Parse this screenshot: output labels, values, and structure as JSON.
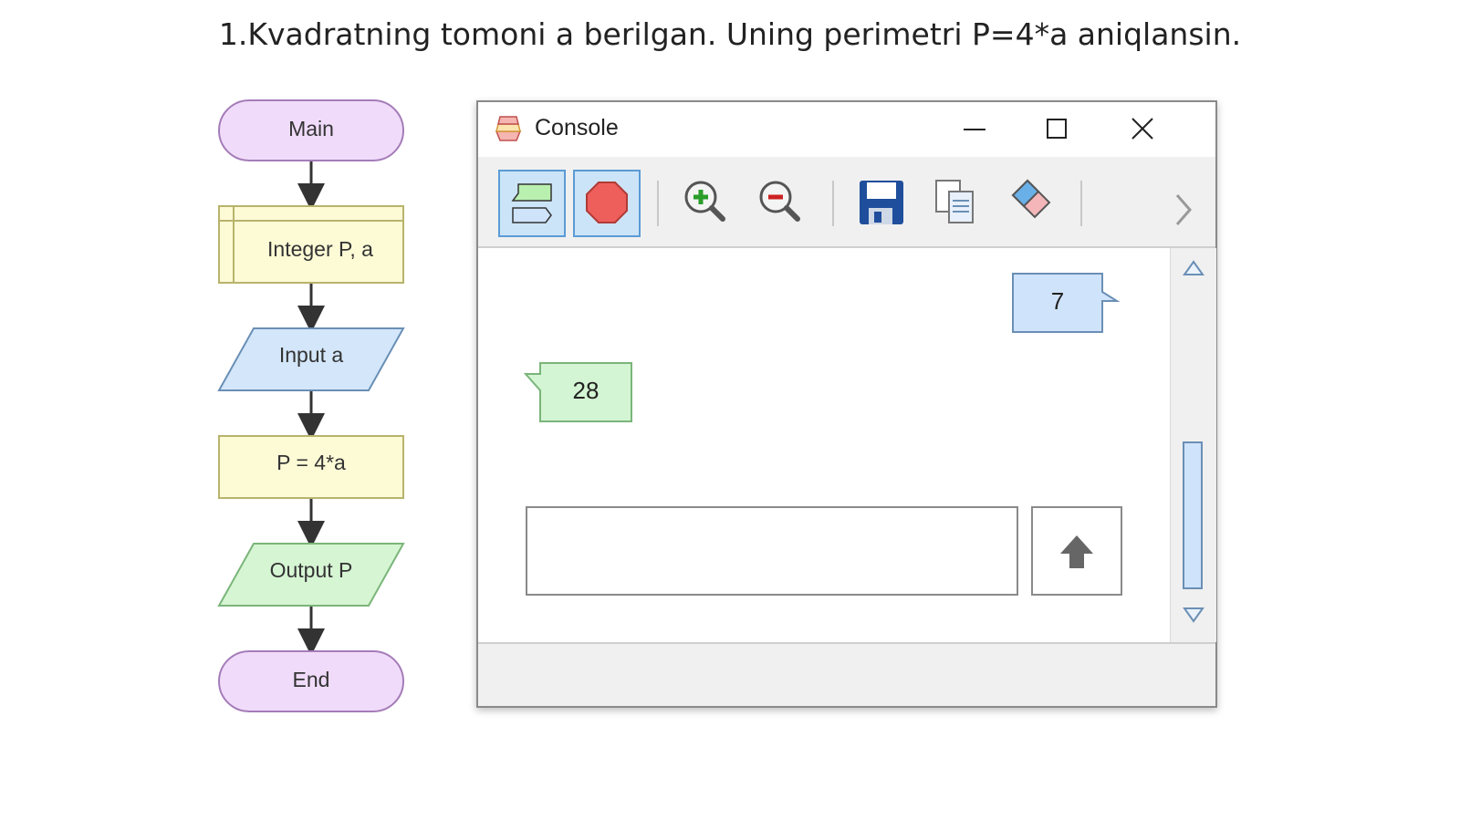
{
  "slide": {
    "title": "1.Kvadratning tomoni a berilgan. Uning perimetri P=4*a aniqlansin."
  },
  "flowchart": {
    "start": "Main",
    "declare": "Integer P, a",
    "input": "Input a",
    "assign": "P = 4*a",
    "output": "Output P",
    "end": "End"
  },
  "console": {
    "title": "Console",
    "toolbar_icons": [
      "input-output-icon",
      "stop-icon",
      "zoom-in-icon",
      "zoom-out-icon",
      "save-icon",
      "copy-icon",
      "eraser-icon",
      "chevron-right-icon"
    ],
    "messages": {
      "user_input": "7",
      "program_output": "28"
    },
    "input_value": "",
    "colors": {
      "input_bubble": "#cfe3fa",
      "output_bubble": "#d4f5d4",
      "active_button": "#cce4f7"
    }
  }
}
